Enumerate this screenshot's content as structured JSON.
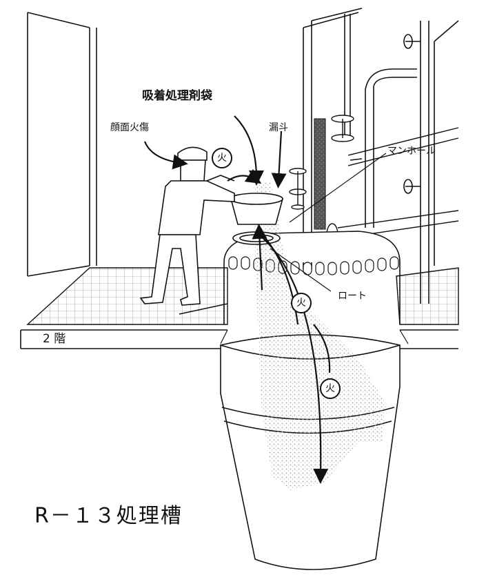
{
  "labels": {
    "adsorbent_bag": "吸着処理剤袋",
    "face_burn": "顔面火傷",
    "funnel": "漏斗",
    "manhole": "マンホール",
    "roto": "ロート",
    "floor": "2 階",
    "tank_title": "R－１３処理槽"
  },
  "fire_marks": [
    "火",
    "火",
    "火"
  ]
}
